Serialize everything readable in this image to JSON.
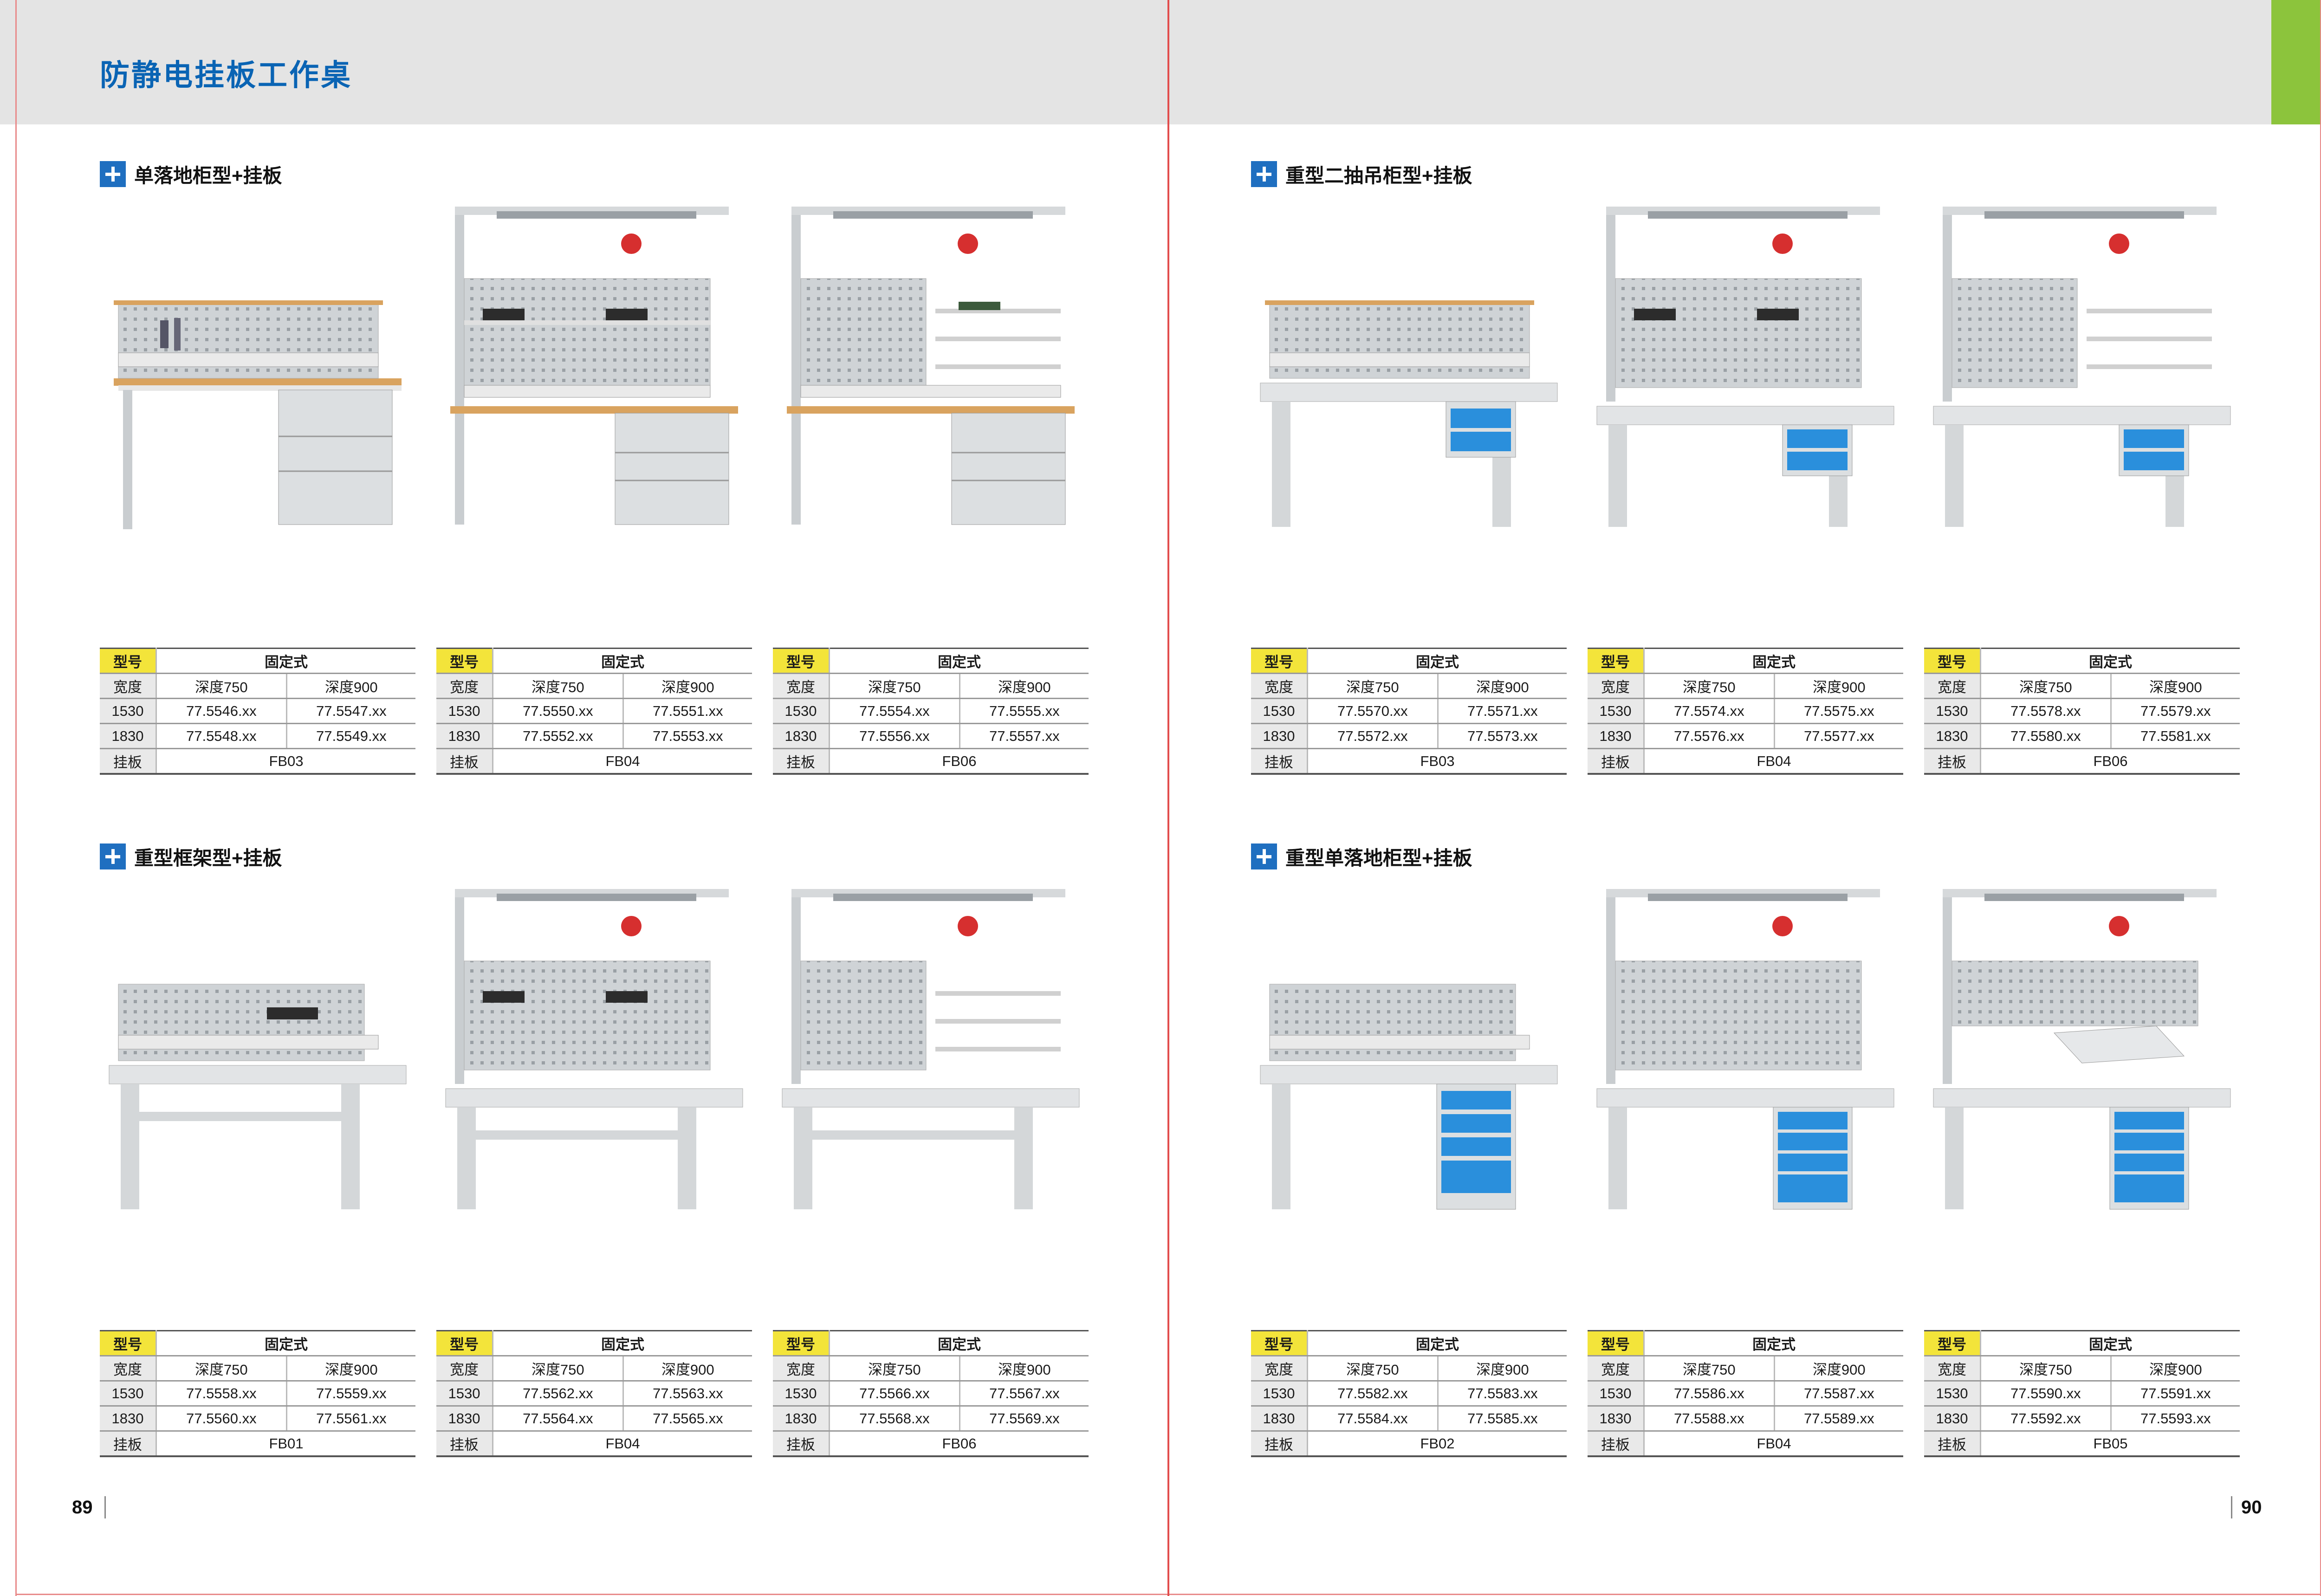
{
  "page": {
    "title": "防静电挂板工作桌",
    "colors": {
      "accent_blue": "#1f6fc0",
      "title_blue": "#0a64b4",
      "tab_green": "#8cc43c",
      "label_yellow": "#f3e43a",
      "drawer_blue": "#2a8fdc"
    },
    "page_numbers": {
      "left": "89",
      "right": "90"
    }
  },
  "labels": {
    "model": "型号",
    "fixed": "固定式",
    "width": "宽度",
    "depth750": "深度750",
    "depth900": "深度900",
    "board": "挂板"
  },
  "sections": [
    {
      "title": "单落地柜型+挂板",
      "products": [
        {
          "w1530": [
            "77.5546.xx",
            "77.5547.xx"
          ],
          "w1830": [
            "77.5548.xx",
            "77.5549.xx"
          ],
          "board": "FB03"
        },
        {
          "w1530": [
            "77.5550.xx",
            "77.5551.xx"
          ],
          "w1830": [
            "77.5552.xx",
            "77.5553.xx"
          ],
          "board": "FB04"
        },
        {
          "w1530": [
            "77.5554.xx",
            "77.5555.xx"
          ],
          "w1830": [
            "77.5556.xx",
            "77.5557.xx"
          ],
          "board": "FB06"
        }
      ]
    },
    {
      "title": "重型二抽吊柜型+挂板",
      "products": [
        {
          "w1530": [
            "77.5570.xx",
            "77.5571.xx"
          ],
          "w1830": [
            "77.5572.xx",
            "77.5573.xx"
          ],
          "board": "FB03"
        },
        {
          "w1530": [
            "77.5574.xx",
            "77.5575.xx"
          ],
          "w1830": [
            "77.5576.xx",
            "77.5577.xx"
          ],
          "board": "FB04"
        },
        {
          "w1530": [
            "77.5578.xx",
            "77.5579.xx"
          ],
          "w1830": [
            "77.5580.xx",
            "77.5581.xx"
          ],
          "board": "FB06"
        }
      ]
    },
    {
      "title": "重型框架型+挂板",
      "products": [
        {
          "w1530": [
            "77.5558.xx",
            "77.5559.xx"
          ],
          "w1830": [
            "77.5560.xx",
            "77.5561.xx"
          ],
          "board": "FB01"
        },
        {
          "w1530": [
            "77.5562.xx",
            "77.5563.xx"
          ],
          "w1830": [
            "77.5564.xx",
            "77.5565.xx"
          ],
          "board": "FB04"
        },
        {
          "w1530": [
            "77.5566.xx",
            "77.5567.xx"
          ],
          "w1830": [
            "77.5568.xx",
            "77.5569.xx"
          ],
          "board": "FB06"
        }
      ]
    },
    {
      "title": "重型单落地柜型+挂板",
      "products": [
        {
          "w1530": [
            "77.5582.xx",
            "77.5583.xx"
          ],
          "w1830": [
            "77.5584.xx",
            "77.5585.xx"
          ],
          "board": "FB02"
        },
        {
          "w1530": [
            "77.5586.xx",
            "77.5587.xx"
          ],
          "w1830": [
            "77.5588.xx",
            "77.5589.xx"
          ],
          "board": "FB04"
        },
        {
          "w1530": [
            "77.5590.xx",
            "77.5591.xx"
          ],
          "w1830": [
            "77.5592.xx",
            "77.5593.xx"
          ],
          "board": "FB05"
        }
      ]
    }
  ]
}
